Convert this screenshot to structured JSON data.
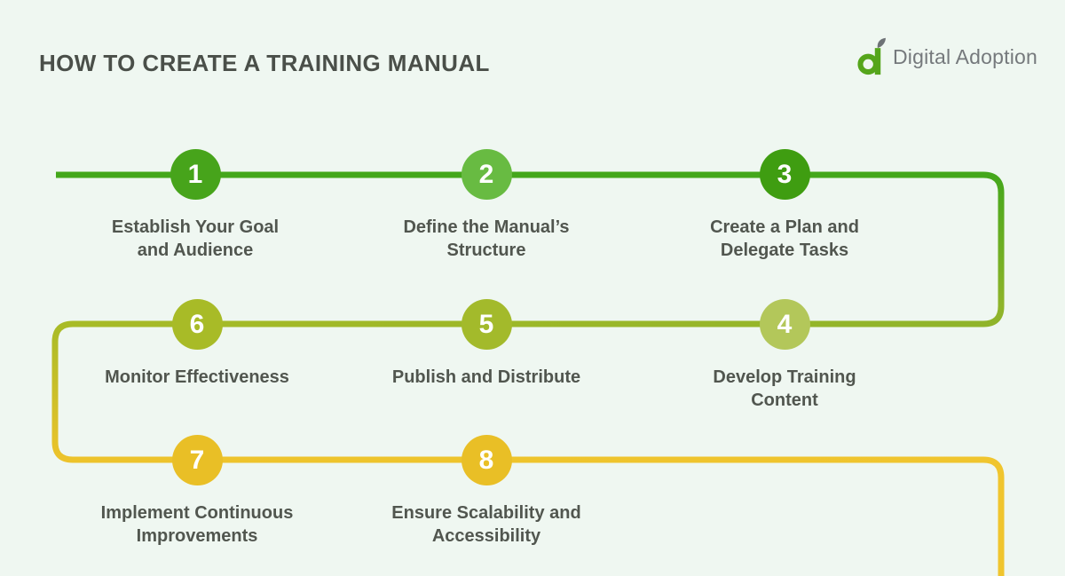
{
  "theme": {
    "background_color": "#EFF7F1",
    "title_color": "#4A4F49",
    "label_color": "#51564F",
    "number_color": "#FFFFFF"
  },
  "header": {
    "title": "HOW TO CREATE A TRAINING MANUAL"
  },
  "logo": {
    "text": "Digital Adoption",
    "text_color": "#75797C",
    "icon_green": "#55A51B",
    "icon_leaf_gray": "#6E7276"
  },
  "flow_colors": {
    "green": "#44A71B",
    "green_olive": "#8FB42A",
    "olive": "#A8BB27",
    "yellow": "#EDC32B",
    "yellow_end": "#F0C52E"
  },
  "steps": [
    {
      "number": "1",
      "label": "Establish Your Goal\nand Audience",
      "color": "#47A41B"
    },
    {
      "number": "2",
      "label": "Define the Manual’s\nStructure",
      "color": "#68BB42"
    },
    {
      "number": "3",
      "label": "Create a Plan and\nDelegate Tasks",
      "color": "#3F9D11"
    },
    {
      "number": "4",
      "label": "Develop Training\nContent",
      "color": "#B3C75A"
    },
    {
      "number": "5",
      "label": "Publish and Distribute",
      "color": "#A3BA2B"
    },
    {
      "number": "6",
      "label": "Monitor Effectiveness",
      "color": "#A8BB27"
    },
    {
      "number": "7",
      "label": "Implement Continuous\nImprovements",
      "color": "#E9BF26"
    },
    {
      "number": "8",
      "label": "Ensure Scalability and\nAccessibility",
      "color": "#E9BF26"
    }
  ]
}
